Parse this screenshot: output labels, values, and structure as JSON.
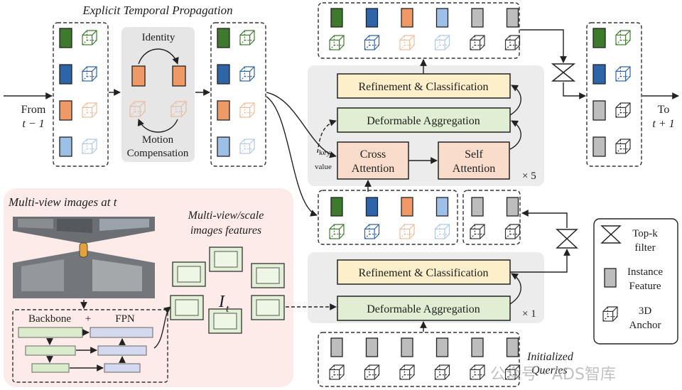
{
  "labels": {
    "explicit_temporal": "Explicit Temporal Propagation",
    "identity": "Identity",
    "motion_compensation_1": "Motion",
    "motion_compensation_2": "Compensation",
    "from_1": "From",
    "from_2": "t − 1",
    "to_1": "To",
    "to_2": "t + 1",
    "multiview_images": "Multi-view images at t",
    "multiview_features_1": "Multi-view/scale",
    "multiview_features_2": "images features",
    "backbone": "Backbone",
    "plus": "+",
    "fpn": "FPN",
    "it_symbol": "I",
    "it_sub": "t",
    "key": "key",
    "value": "value",
    "refine_top": "Refinement & Classification",
    "deform_top": "Deformable Aggregation",
    "cross_attention_1": "Cross",
    "cross_attention_2": "Attention",
    "self_attention_1": "Self",
    "self_attention_2": "Attention",
    "times5": "× 5",
    "refine_bottom": "Refinement & Classification",
    "deform_bottom": "Deformable Aggregation",
    "times1": "× 1",
    "initialized_1": "Initialized",
    "initialized_2": "Queries",
    "legend_topk_1": "Top-k",
    "legend_topk_2": "filter",
    "legend_instance_1": "Instance",
    "legend_instance_2": "Feature",
    "legend_anchor_1": "3D",
    "legend_anchor_2": "Anchor",
    "watermark": "公众号 · ADS智库"
  },
  "colors": {
    "green": "#3d7a2c",
    "blue": "#2e64a8",
    "orange": "#ef9a66",
    "lightblue": "#9cc0e8",
    "gray": "#bdbdbd",
    "refine_fill": "#fcefc9",
    "deform_fill": "#e0efd4",
    "attention_fill": "#f9dcc9",
    "panel_fill": "#ececec",
    "pink_panel": "#fcebe9"
  }
}
